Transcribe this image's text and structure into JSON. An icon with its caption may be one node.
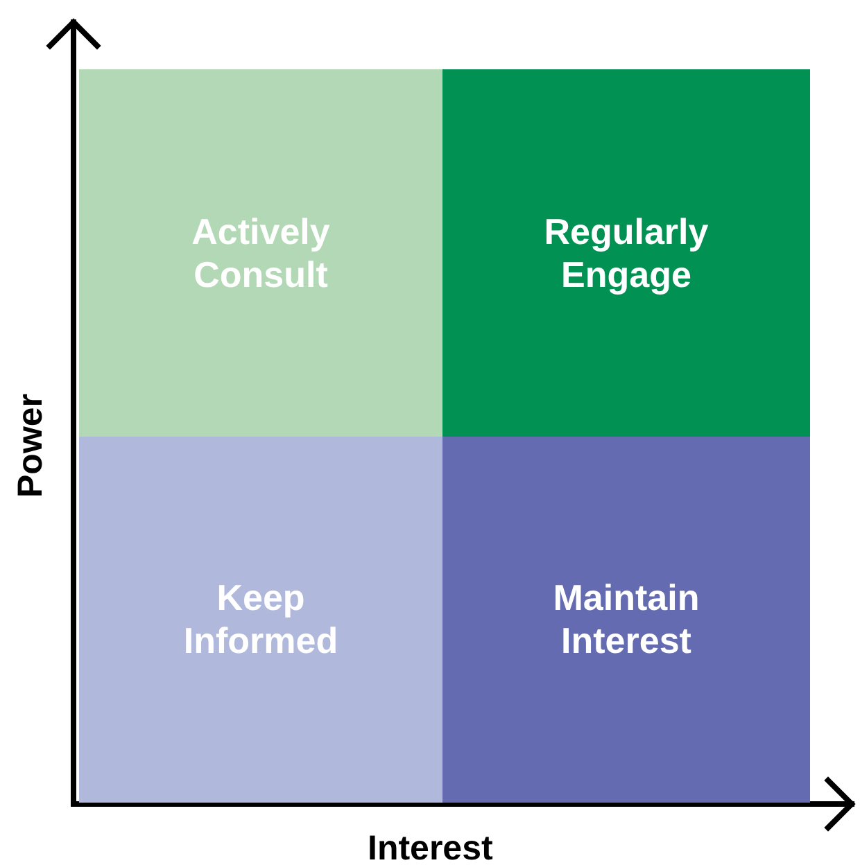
{
  "diagram": {
    "nodes": [
      {
        "text": [
          "Actively Consult"
        ]
      },
      {
        "text": [
          "Regularly Engage"
        ]
      },
      {
        "text": [
          "Keep Informed"
        ]
      },
      {
        "text": [
          "Maintain Interest"
        ]
      }
    ],
    "labels": [
      "Power",
      "Interest"
    ]
  }
}
